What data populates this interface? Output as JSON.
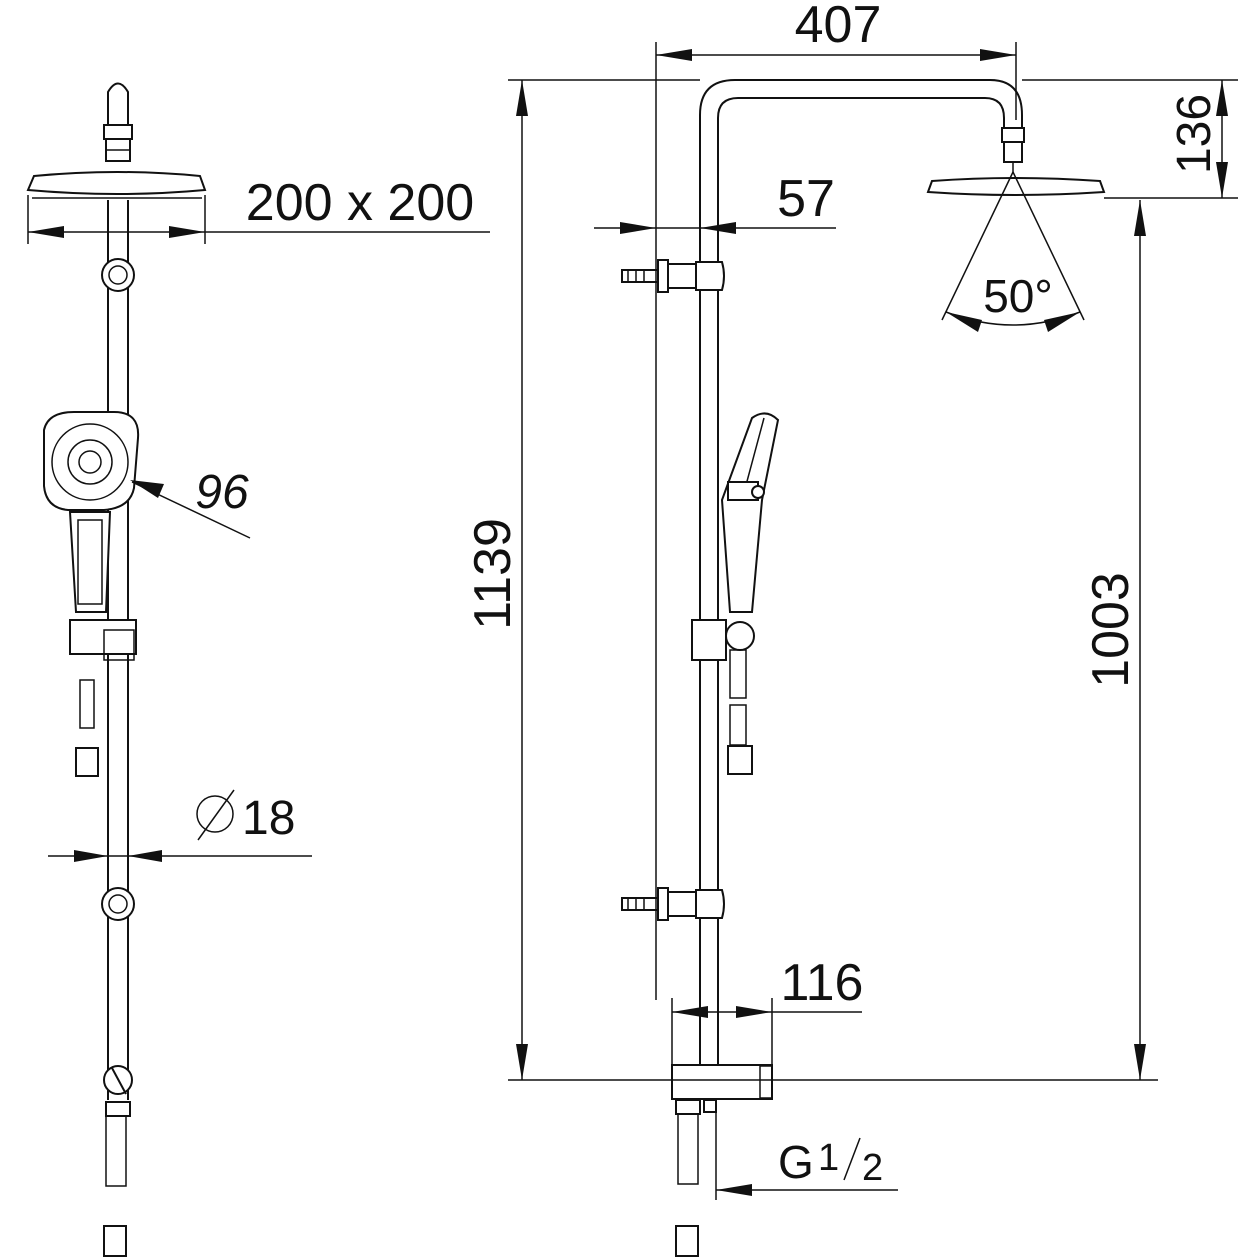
{
  "dimensions": {
    "overhead_width": "407",
    "top_height": "136",
    "head_size": "200 x 200",
    "wall_offset": "57",
    "spray_angle": "50°",
    "hand_shower": "96",
    "total_height": "1139",
    "head_height": "1003",
    "rail_diameter": "18",
    "mixer_width": "116",
    "connection_main": "G",
    "connection_fraction_num": "1",
    "connection_fraction_den": "2"
  }
}
